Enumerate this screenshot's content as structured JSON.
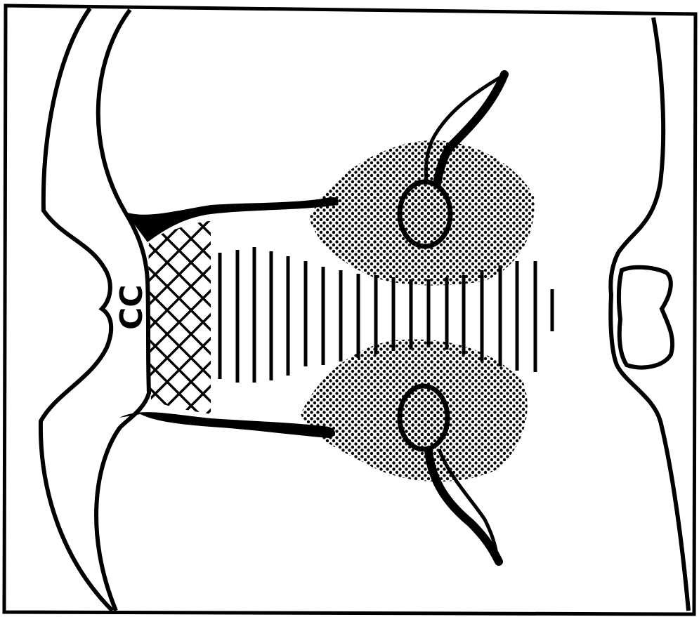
{
  "figure": {
    "labels": {
      "corpus_callosum": "CC"
    },
    "colors": {
      "ink": "#000000",
      "paper": "#ffffff"
    },
    "regions": [
      "outer-frame",
      "hemisphere-outline",
      "third-ventricle-contour",
      "crosshatched-region",
      "vertical-striped-region",
      "upper-stippled-region",
      "lower-stippled-region",
      "upper-vessel-loop",
      "lower-vessel-loop"
    ]
  }
}
